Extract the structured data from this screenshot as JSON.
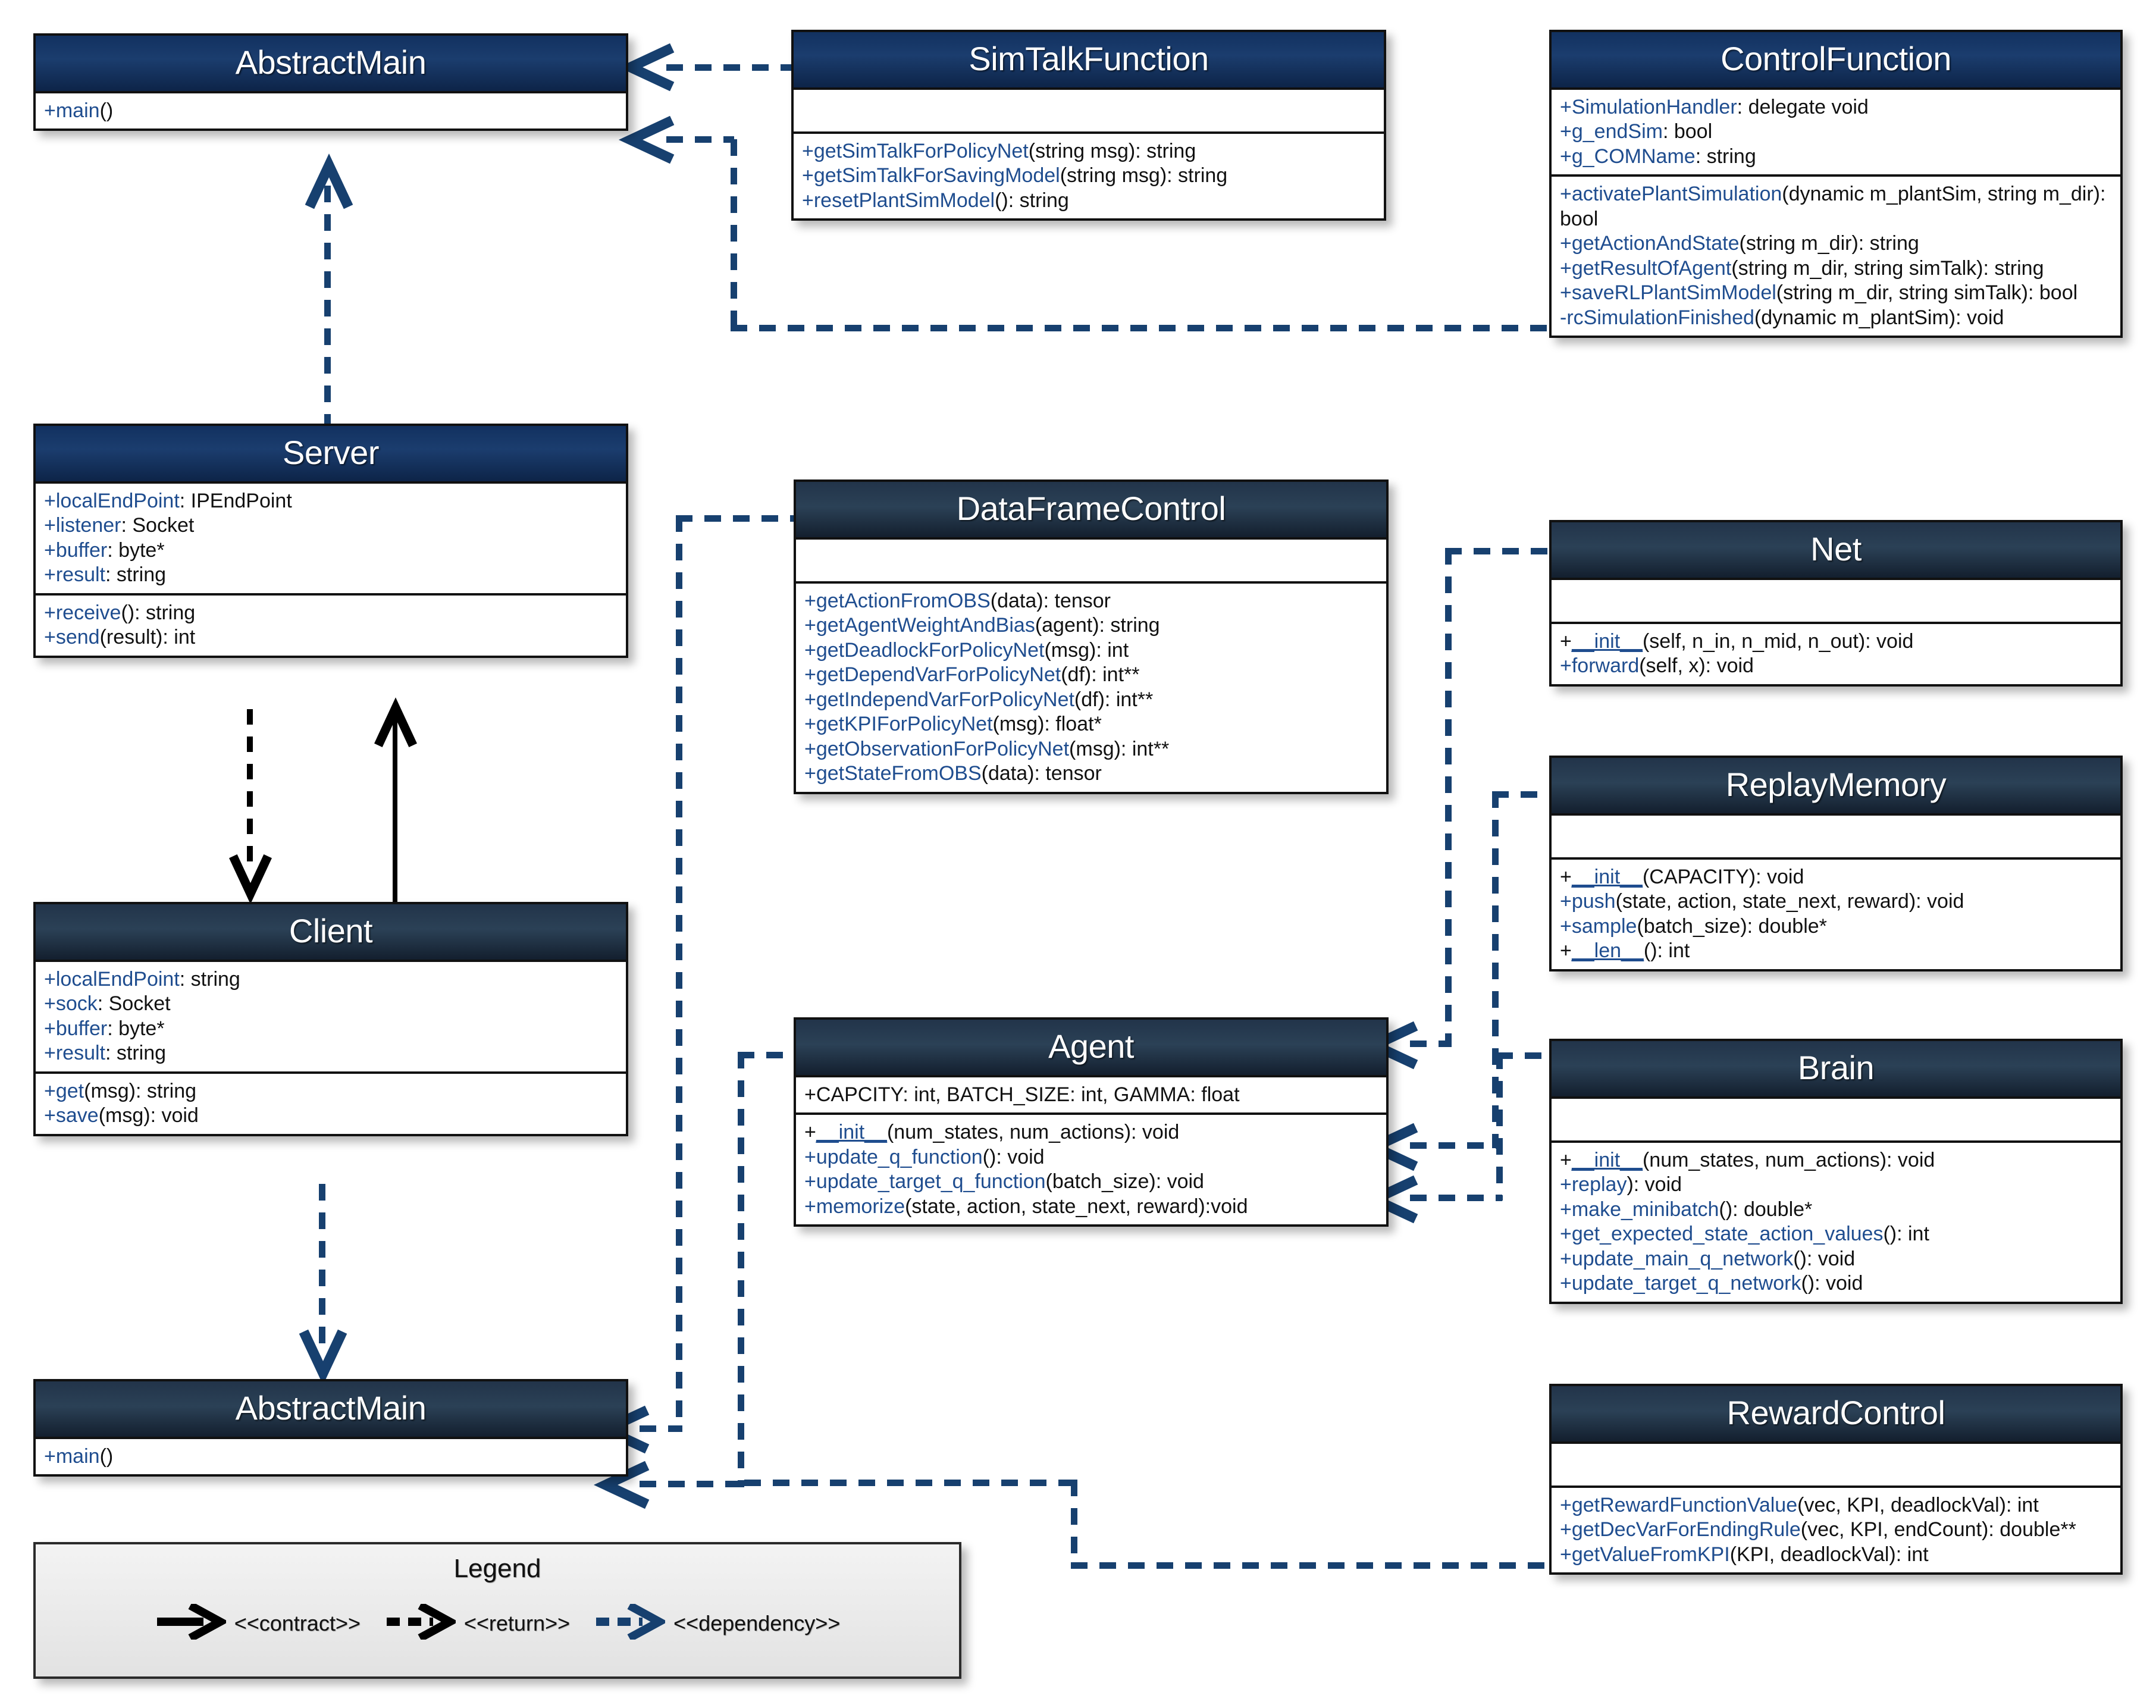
{
  "diagram": {
    "title": "UML Class Diagram",
    "accent_color": "#17406f",
    "header_color": "#123160",
    "header_color_dark": "#22344a",
    "member_name_color": "#1f4d8f",
    "classes": [
      {
        "id": "abstractmain-top",
        "name": "AbstractMain",
        "style": "light",
        "attributes": [],
        "methods": [
          "+main()"
        ]
      },
      {
        "id": "simtalkfunction",
        "name": "SimTalkFunction",
        "style": "light",
        "attributes": [],
        "methods": [
          "+getSimTalkForPolicyNet(string msg): string",
          "+getSimTalkForSavingModel(string msg): string",
          "+resetPlantSimModel(): string"
        ]
      },
      {
        "id": "controlfunction",
        "name": "ControlFunction",
        "style": "light",
        "attributes": [
          "+SimulationHandler: delegate void",
          "+g_endSim: bool",
          "+g_COMName: string"
        ],
        "methods": [
          "+activatePlantSimulation(dynamic m_plantSim, string m_dir): bool",
          "+getActionAndState(string m_dir): string",
          "+getResultOfAgent(string m_dir, string simTalk): string",
          "+saveRLPlantSimModel(string m_dir, string simTalk): bool",
          "-rcSimulationFinished(dynamic m_plantSim): void"
        ]
      },
      {
        "id": "server",
        "name": "Server",
        "style": "light",
        "attributes": [
          "+localEndPoint: IPEndPoint",
          "+listener: Socket",
          "+buffer: byte*",
          "+result: string"
        ],
        "methods": [
          "+receive(): string",
          "+send(result): int"
        ]
      },
      {
        "id": "dataframecontrol",
        "name": "DataFrameControl",
        "style": "dark",
        "attributes": [],
        "methods": [
          "+getActionFromOBS(data): tensor",
          "+getAgentWeightAndBias(agent): string",
          "+getDeadlockForPolicyNet(msg): int",
          "+getDependVarForPolicyNet(df): int**",
          "+getIndependVarForPolicyNet(df): int**",
          "+getKPIForPolicyNet(msg): float*",
          "+getObservationForPolicyNet(msg): int**",
          "+getStateFromOBS(data): tensor"
        ]
      },
      {
        "id": "net",
        "name": "Net",
        "style": "dark",
        "attributes": [],
        "methods": [
          "+__init__(self, n_in, n_mid, n_out): void",
          "+forward(self, x): void"
        ]
      },
      {
        "id": "replaymemory",
        "name": "ReplayMemory",
        "style": "dark",
        "attributes": [],
        "methods": [
          "+__init__(CAPACITY): void",
          "+push(state, action, state_next, reward): void",
          "+sample(batch_size): double*",
          "+__len__(): int"
        ]
      },
      {
        "id": "client",
        "name": "Client",
        "style": "dark",
        "attributes": [
          "+localEndPoint: string",
          "+sock: Socket",
          "+buffer: byte*",
          "+result: string"
        ],
        "methods": [
          "+get(msg): string",
          "+save(msg): void"
        ]
      },
      {
        "id": "agent",
        "name": "Agent",
        "style": "dark",
        "attributes": [
          "+CAPCITY: int, BATCH_SIZE: int, GAMMA: float"
        ],
        "methods": [
          "+__init__(num_states, num_actions): void",
          "+update_q_function(): void",
          "+update_target_q_function(batch_size): void",
          "+memorize(state, action, state_next, reward):void"
        ]
      },
      {
        "id": "brain",
        "name": "Brain",
        "style": "dark",
        "attributes": [],
        "methods": [
          "+__init__(num_states, num_actions): void",
          "+replay): void",
          "+make_minibatch(): double*",
          "+get_expected_state_action_values(): int",
          "+update_main_q_network(): void",
          "+update_target_q_network(): void"
        ]
      },
      {
        "id": "abstractmain-bottom",
        "name": "AbstractMain",
        "style": "dark",
        "attributes": [],
        "methods": [
          "+main()"
        ]
      },
      {
        "id": "rewardcontrol",
        "name": "RewardControl",
        "style": "dark",
        "attributes": [],
        "methods": [
          "+getRewardFunctionValue(vec, KPI, deadlockVal): int",
          "+getDecVarForEndingRule(vec, KPI, endCount): double**",
          "+getValueFromKPI(KPI, deadlockVal): int"
        ]
      }
    ]
  },
  "legend": {
    "title": "Legend",
    "items": [
      {
        "icon": "solid-arrow-black-icon",
        "label": "<<contract>>"
      },
      {
        "icon": "dashed-arrow-black-icon",
        "label": "<<return>>"
      },
      {
        "icon": "dashed-arrow-blue-icon",
        "label": "<<dependency>>"
      }
    ]
  }
}
